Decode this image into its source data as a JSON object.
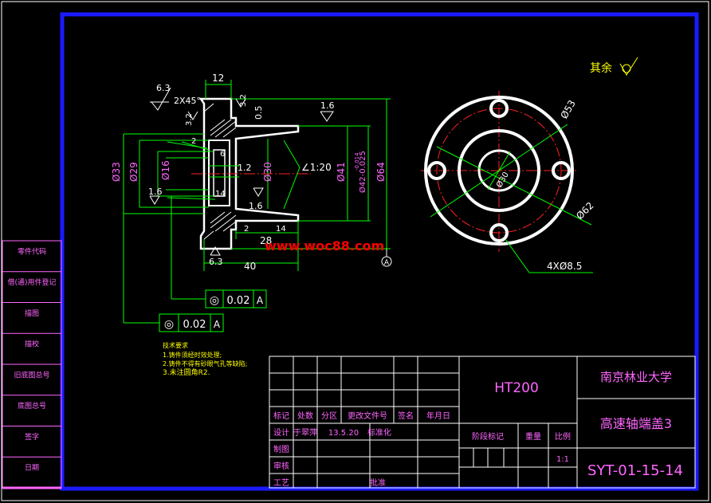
{
  "colors": {
    "background": "#000000",
    "frame_outer": "#1a1aff",
    "frame_inner": "#ffffff",
    "part_outline": "#ffffff",
    "dimension": "#00ff00",
    "dim_text": "#ffffff",
    "centerline": "#ff2020",
    "table_text": "#ff66ff",
    "title_text": "#ff66ff",
    "watermark": "#ff0000",
    "leader": "#ffffff",
    "notes": "#ffff00"
  },
  "watermark": "www.woc88.com",
  "roughness_other": "其余",
  "section_view": {
    "dims": {
      "top_width": "12",
      "chamfer": "2X45°",
      "rough_63": "6.3",
      "rough_32a": "3.2",
      "rough_32b": "3.2",
      "rough_05": "0.5",
      "rough_16_top": "1.6",
      "rough_16_left": "1.6",
      "rough_16_mid": "1.6",
      "rough_63_bottom": "6.3",
      "d33": "Ø33",
      "d29": "Ø29",
      "d16": "Ø16",
      "d30": "Ø30",
      "d41": "Ø41",
      "d42": "Ø42-0.025",
      "d42_upper": "-0.014",
      "d64": "Ø64",
      "taper": "∠1:20",
      "small_2a": "2",
      "small_6": "6",
      "small_1_2": "1.2",
      "small_14a": "14",
      "small_2b": "2",
      "small_14b": "14",
      "dim_28": "28",
      "dim_40": "40",
      "datum_label": "A"
    },
    "tolerance_frames": [
      {
        "symbol": "◎",
        "value": "0.02",
        "datum": "A"
      },
      {
        "symbol": "◎",
        "value": "0.02",
        "datum": "A"
      }
    ]
  },
  "front_view": {
    "d53": "Ø53",
    "d62": "Ø62",
    "d30": "Ø30",
    "holes": "4XØ8.5"
  },
  "notes": {
    "title": "技术要求",
    "items": [
      "1.铸件须经时效处理;",
      "2.铸件不得有砂眼气孔等缺陷;",
      "3.未注圆角R2."
    ]
  },
  "left_table": [
    "零件代码",
    "借(通)用件登记",
    "描图",
    "描校",
    "旧底图总号",
    "底图总号",
    "签字",
    "日期"
  ],
  "title_block": {
    "material": "HT200",
    "school": "南京林业大学",
    "part_name": "高速轴端盖3",
    "drawing_no": "SYT-01-15-14",
    "row_headers": [
      "标记",
      "处数",
      "分区",
      "更改文件号",
      "签名",
      "年月日"
    ],
    "design_label": "设计",
    "designer": "于翠萍",
    "design_date": "13.5.20",
    "standard_label": "标准化",
    "drafting_label": "制图",
    "review_label": "审核",
    "process_label": "工艺",
    "approve_label": "批准",
    "stage_label": "阶段标记",
    "weight_label": "重量",
    "scale_label": "比例",
    "scale_value": "1:1"
  }
}
